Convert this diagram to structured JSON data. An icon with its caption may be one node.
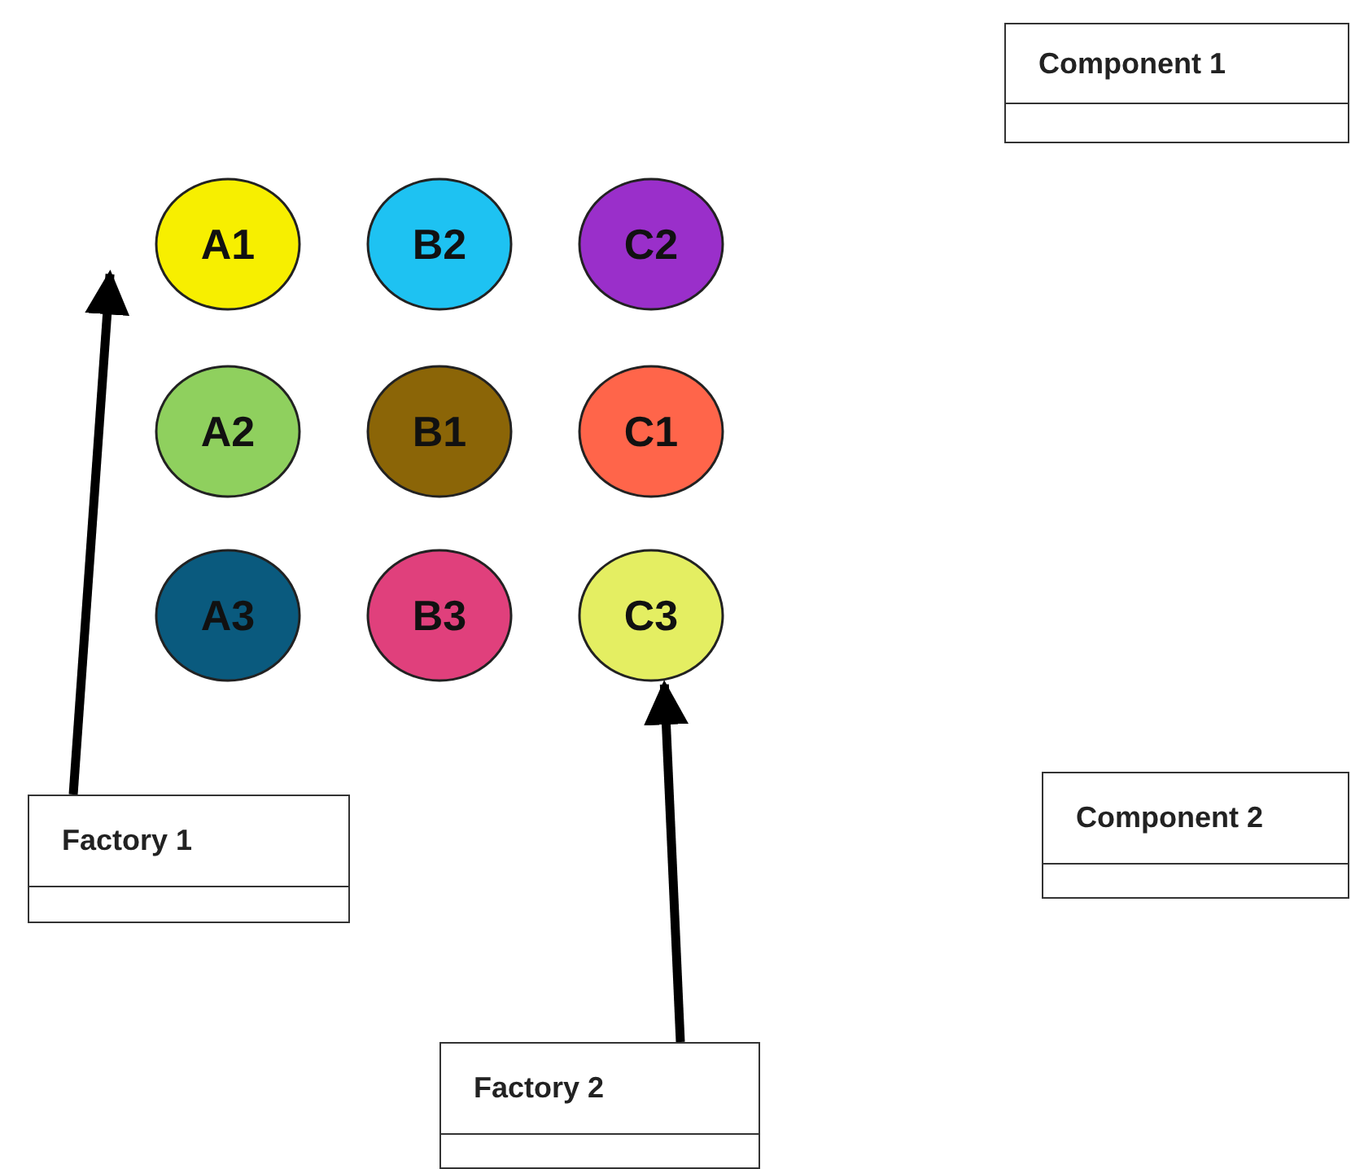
{
  "diagram": {
    "nodes": [
      {
        "text": [
          "Component 1"
        ]
      },
      {
        "text": [
          "A1"
        ]
      },
      {
        "text": [
          "B2"
        ]
      },
      {
        "text": [
          "C2"
        ]
      },
      {
        "text": [
          "A2"
        ]
      },
      {
        "text": [
          "B1"
        ]
      },
      {
        "text": [
          "C1"
        ]
      },
      {
        "text": [
          "A3"
        ]
      },
      {
        "text": [
          "B3"
        ]
      },
      {
        "text": [
          "C3"
        ]
      },
      {
        "text": [
          "Component 2"
        ]
      },
      {
        "text": [
          "Factory 1"
        ]
      },
      {
        "text": [
          "Factory 2"
        ]
      }
    ],
    "edges": [
      {
        "from": 11,
        "to": 1,
        "arrow": "to"
      },
      {
        "from": 12,
        "to": 9,
        "arrow": "to"
      }
    ]
  }
}
